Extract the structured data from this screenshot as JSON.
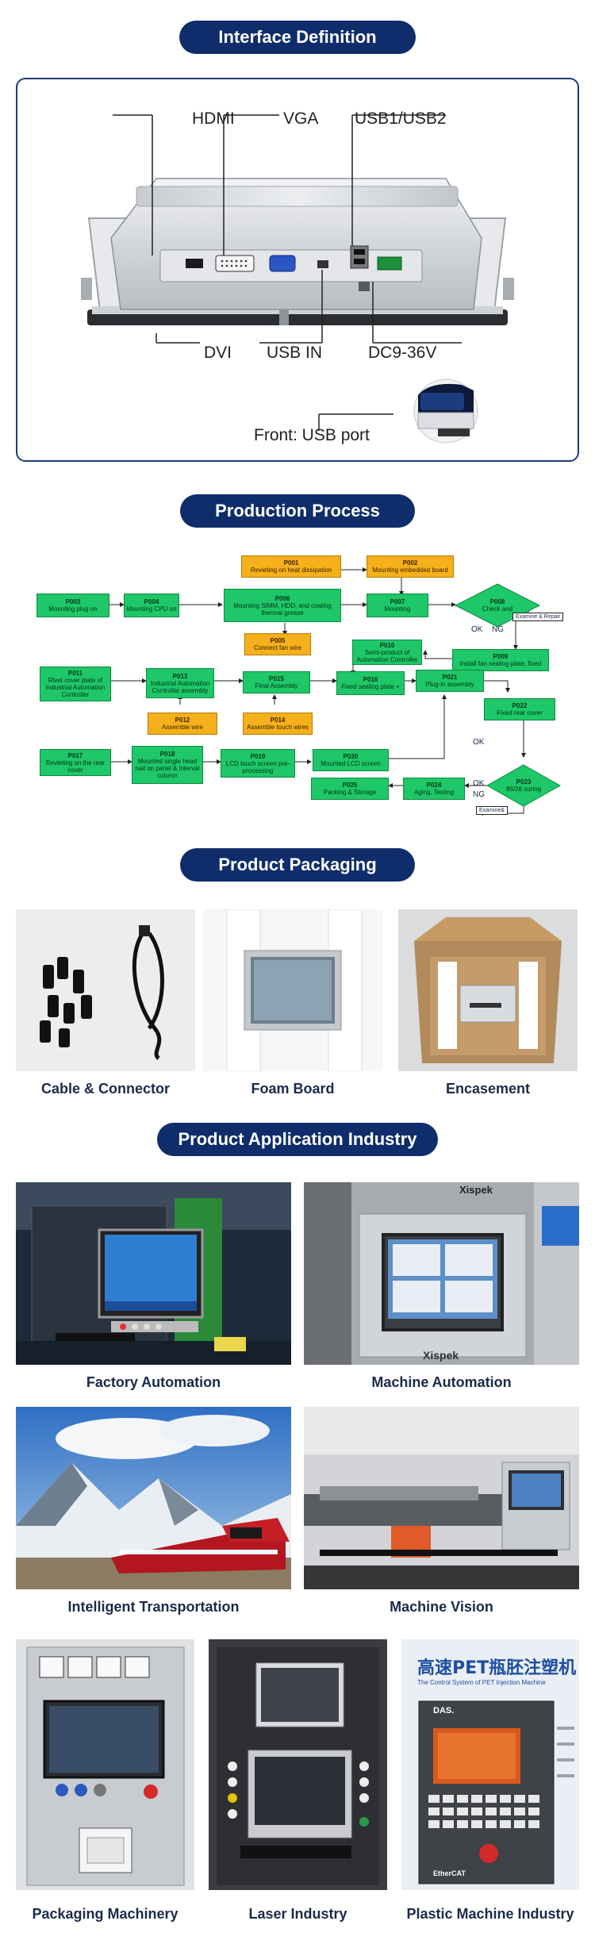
{
  "interface": {
    "heading": "Interface Definition",
    "ports": {
      "hdmi": "HDMI",
      "vga": "VGA",
      "usb12": "USB1/USB2",
      "dvi": "DVI",
      "usbin": "USB IN",
      "dc": "DC9-36V",
      "front": "Front: USB port"
    }
  },
  "production": {
    "heading": "Production Process",
    "nodes": {
      "p001": {
        "id": "P001",
        "label": "Revieting on heat dissipation"
      },
      "p002": {
        "id": "P002",
        "label": "Mounting embedded board"
      },
      "p003": {
        "id": "P003",
        "label": "Mounting plug on"
      },
      "p004": {
        "id": "P004",
        "label": "Mounting CPU on"
      },
      "p006": {
        "id": "P006",
        "label": "Mounting SIMM, HDD, and coating thermal grease"
      },
      "p007": {
        "id": "P007",
        "label": "Mounting"
      },
      "p008": {
        "id": "P008",
        "label": "Check and"
      },
      "p005": {
        "id": "P005",
        "label": "Connect fan wire"
      },
      "p010": {
        "id": "P010",
        "label": "Semi-product of Automation Controller"
      },
      "p009": {
        "id": "P009",
        "label": "Install fan sealing plate, fixed"
      },
      "p011": {
        "id": "P011",
        "label": "Rivet cover plate of Industrial Automation Controller"
      },
      "p013": {
        "id": "P013",
        "label": "Industrial Automation Controller assembly"
      },
      "p015": {
        "id": "P015",
        "label": "Final Assembly"
      },
      "p016": {
        "id": "P016",
        "label": "Fixed sealing plate +"
      },
      "p021": {
        "id": "P021",
        "label": "Plug-in assembly"
      },
      "p012": {
        "id": "P012",
        "label": "Assemble wire"
      },
      "p014": {
        "id": "P014",
        "label": "Assemble touch wires"
      },
      "p022": {
        "id": "P022",
        "label": "Fixed rear cover"
      },
      "p017": {
        "id": "P017",
        "label": "Revieting on the rear cover"
      },
      "p018": {
        "id": "P018",
        "label": "Mounted single head nail on panel & interval column"
      },
      "p019": {
        "id": "P019",
        "label": "LCD touch screen pre-processing"
      },
      "p020": {
        "id": "P020",
        "label": "Mounted LCD screen"
      },
      "p023": {
        "id": "P023",
        "label": "86/26 curing"
      },
      "p025": {
        "id": "P025",
        "label": "Packing & Storage"
      },
      "p024": {
        "id": "P024",
        "label": "Aging, Testing"
      }
    },
    "edge_labels": {
      "ok1": "OK",
      "ng1": "NG",
      "repair": "Examine & Repair",
      "ok2": "OK",
      "ok3": "OK",
      "ng2": "NG",
      "examine": "Examine&"
    }
  },
  "packaging": {
    "heading": "Product Packaging",
    "items": [
      "Cable & Connector",
      "Foam Board",
      "Encasement"
    ]
  },
  "application": {
    "heading": "Product Application Industry",
    "items": [
      "Factory Automation",
      "Machine Automation",
      "Intelligent Transportation",
      "Machine Vision",
      "Packaging Machinery",
      "Laser Industry",
      "Plastic Machine Industry"
    ],
    "signage": {
      "xispek": "Xispek",
      "pet_title": "高速PET瓶胚注塑机",
      "pet_sub": "The Control System of PET Injection Machine",
      "das": "DAS.",
      "ethercat": "EtherCAT"
    }
  },
  "colors": {
    "navy": "#0f2d6b",
    "green_node": "#1ec767",
    "orange_node": "#f6b01b"
  }
}
